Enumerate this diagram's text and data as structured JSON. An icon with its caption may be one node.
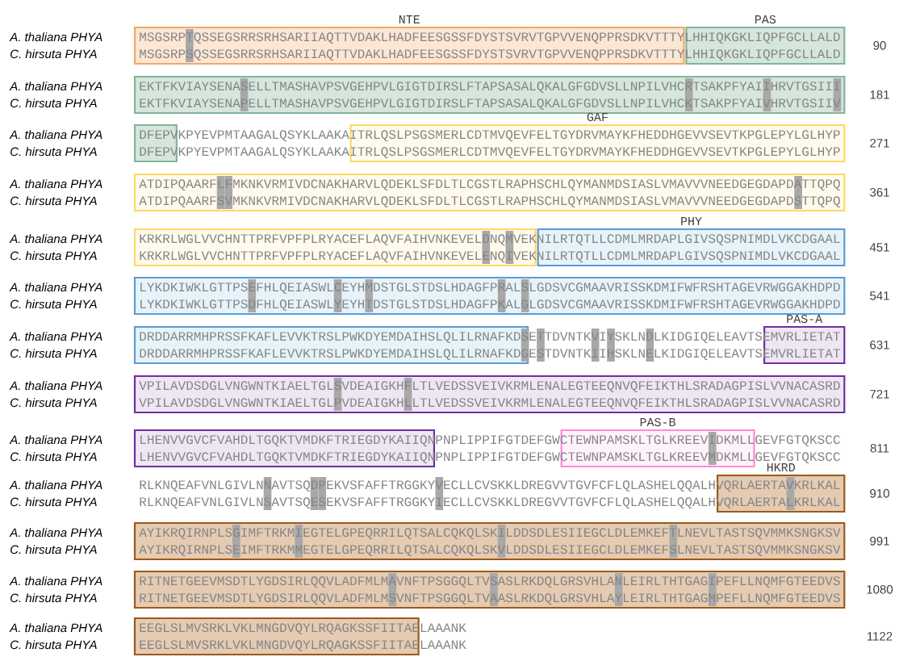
{
  "diagram": {
    "nodes": [
      {
        "text": [
          "NTE"
        ]
      },
      {
        "text": [
          "PAS"
        ]
      },
      {
        "text": [],
        "shape": "box"
      },
      {
        "text": [],
        "shape": "box"
      },
      {
        "text": [
          "GAF"
        ]
      },
      {
        "text": [],
        "shape": "box"
      },
      {
        "text": [],
        "shape": "box"
      },
      {
        "text": [
          "PHY"
        ]
      },
      {
        "text": [],
        "shape": "box"
      },
      {
        "text": [],
        "shape": "box"
      },
      {
        "text": [
          "PAS-A"
        ]
      },
      {
        "text": [],
        "shape": "box"
      },
      {
        "text": [],
        "shape": "box"
      },
      {
        "text": [
          "PAS-B"
        ]
      },
      {
        "text": [
          "HKRD"
        ]
      },
      {
        "text": [],
        "shape": "box"
      },
      {
        "text": [],
        "shape": "box"
      },
      {
        "text": [],
        "shape": "box"
      }
    ],
    "labels": [
      "A. thaliana  PHYA",
      "MSGSRPTQSSEGSRRSRHSARIIAQTTVDAKLHADFEESGSSFDYSTSVRVTGPVVENQPPRSDKVTTTYLHHIQKGKLIQPFGCLLALD",
      "90",
      "C. hirsuta  PHYA",
      "MSGSRPSQSSEGSRRSRHSARIIAQTTVDAKLHADFEESGSSFDYSTSVRVTGPVVENQPPRSDKVTTTYLHHIQKGKLIQPFGCLLALD",
      "A. thaliana  PHYA",
      "EKTFKVIAYSENASELLTMASHAVPSVGEHPVLGIGTDIRSLFTAPSASALQKALGFGDVSLLNPILVHCRTSAKPFYAIIHRVTGSIII",
      "181",
      "C. hirsuta  PHYA",
      "EKTFKVIAYSENAPELLTMASHAVPSVGEHPVLGIGTDIRSLFTAPSASALQKALGFGDVSLLNPILVHCKTSAKPFYAIVHRVTGSIIV",
      "A. thaliana  PHYA",
      "DFEPVKPYEVPMTAAGALQSYKLAAKAITRLQSLPSGSMERLCDTMVQEVFELTGYDRVMAYKFHEDDHGEVVSEVTKPGLEPYLGLHYP",
      "271",
      "C. hirsuta  PHYA",
      "DFEPVKPYEVPMTAAGALQSYKLAAKAITRLQSLPSGSMERLCDTMVQEVFELTGYDRVMAYKFHEDDHGEVVSEVTKPGLEPYLGLHYP",
      "A. thaliana  PHYA",
      "ATDIPQAARFLFMKNKVRMIVDCNAKHARVLQDEKLSFDLTLCGSTLRAPHSCHLQYMANMDSIASLVMAVVVNEEDGEGDAPDATTQPQ",
      "361",
      "C. hirsuta  PHYA",
      "ATDIPQAARFSVMKNKVRMIVDCNAKHARVLQDEKLSFDLTLCGSTLRAPHSCHLQYMANMDSIASLVMAVVVNEEDGEGDAPDSTTQPQ",
      "A. thaliana  PHYA",
      "KRKRLWGLVVCHNTTPRFVPFPLRYACEFLAQVFAIHVNKEVELDNQMVEKNILRTQTLLCDMLMRDAPLGIVSQSPNIMDLVKCDGAAL",
      "451",
      "C. hirsuta  PHYA",
      "KRKRLWGLVVCHNTTPRFVPFPLRYACEFLAQVFAIHVNKEVELENQIVEKNILRTQTLLCDMLMRDAPLGIVSQSPNIMDLVKCDGAAL",
      "A. thaliana  PHYA",
      "LYKDKIWKLGTTPSEFHLQEIASWLCEYHMDSTGLSTDSLHDAGFPRALSLGDSVCGMAAVRISSKDMIFWFRSHTAGEVRWGGAKHDPD",
      "541",
      "C. hirsuta  PHYA",
      "LYKDKIWKLGTTPSDFHLQEIASWLYEYHTDSTGLSTDSLHDAGFPKALGLGDSVCGMAAVRISSKDMIFWFRSHTAGEVRWGGAKHDPD",
      "A. thaliana  PHYA",
      "DRDDARRMHPRSSFKAFLEVVKTRSLPWKDYEMDAIHSLQLILRNAFKDSETTDVNTKVIYSKLNDLKIDGIQELEAVTSEMVRLIETAT",
      "631",
      "C. hirsuta  PHYA",
      "DRDDARRMHPRSSFKAFLEVVKTRSLPWKDYEMDAIHSLQLILRNAFKDGESTDVNTKIIHSKLNELKIDGIQELEAVTSEMVRLIETAT",
      "A. thaliana  PHYA",
      "VPILAVDSDGLVNGWNTKIAELTGLSVDEAIGKHFLTLVEDSSVEIVKRMLENALEGTEEQNVQFEIKTHLSRADAGPISLVVNACASRD",
      "721",
      "C. hirsuta  PHYA",
      "VPILAVDSDGLVNGWNTKIAELTGLPVDEAIGKHLLTLVEDSSVEIVKRMLENALEGTEEQNVQFEIKTHLSRADAGPISLVVNACASRD",
      "A. thaliana  PHYA",
      "LHENVVGVCFVAHDLTGQKTVMDKFTRIEGDYKAIIQNPNPLIPPIFGTDEFGWCTEWNPAMSKLTGLKREEVIDKMLLGEVFGTQKSCC",
      "811",
      "C. hirsuta  PHYA",
      "LHENVVGVCFVAHDLTGQKTVMDKFTRIEGDYKAIIQNPNPLIPPIFGTDEFGWCTEWNPAMSKLTGLKREEVMDKMLLGEVFGTQKSCC",
      "A. thaliana  PHYA",
      "RLKNQEAFVNLGIVLNNAVTSQDPEKVSFAFFTRGGKYVECLLCVSKKLDREGVVTGVFCFLQLASHELQQALHVQRLAERTAVKRLKAL",
      "910",
      "C. hirsuta  PHYA",
      "RLKNQEAFVNLGIVLNSAVTSQESEKVSFAFFTRGGKYIECLLCVSKKLDREGVVTGVFCFLQLASHELQQALHVQRLAERTALKRLKAL",
      "A. thaliana  PHYA",
      "AYIKRQIRNPLSGIMFTRKMIEGTELGPEQRRILQTSALCQKQLSKILDDSDLESIIEGCLDLEMKEFTLNEVLTASTSQVMMKSNGKSV",
      "991",
      "C. hirsuta  PHYA",
      "AYIKRQIRNPLSEIMFTRKMMEGTELGPEQRRILQTSALCQKQLSKVLDDSDLESIIEGCLDLEMKEFSLNEVLTASTSQVMMKSNGKSV",
      "A. thaliana  PHYA",
      "RITNETGEEVMSDTLYGDSIRLQQVLADFMLMAVNFTPSGGQLTVSASLRKDQLGRSVHLANLEIRLTHTGAGIPEFLLNQMFGTEEDVS",
      "1080",
      "C. hirsuta  PHYA",
      "RITNETGEEVMSDTLYGDSIRLQQVLADFMLMSVNFTPSGGQLTVAASLRKDQLGRSVHLAYLEIRLTHTGAGMPEFLLNQMFGTEEDVS",
      "A. thaliana  PHYA",
      "EEGLSLMVSRKLVKLMNGDVQYLRQAGKSSFIITAELAAANK",
      "1122",
      "C. hirsuta  PHYA",
      "EEGLSLMVSRKLVKLMNGDVQYLRQAGKSSFIITAELAAANK"
    ]
  }
}
